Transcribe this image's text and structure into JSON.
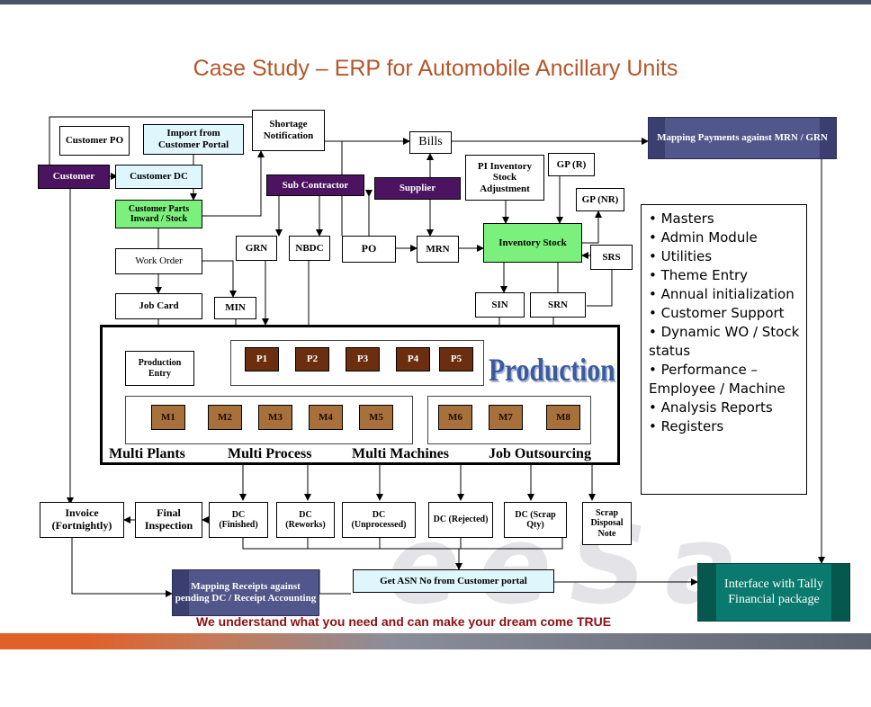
{
  "title": "Case Study – ERP for Automobile Ancillary Units",
  "watermark": "eeSa",
  "boxes": {
    "customer_po": "Customer PO",
    "import_portal": "Import from Customer Portal",
    "shortage": "Shortage Notification",
    "bills": "Bills",
    "mapping_payments": "Mapping Payments against MRN / GRN",
    "customer": "Customer",
    "customer_dc": "Customer DC",
    "pi_inventory": "PI Inventory Stock Adjustment",
    "gp_r": "GP (R)",
    "sub_contractor": "Sub Contractor",
    "supplier": "Supplier",
    "gp_nr": "GP (NR)",
    "customer_parts": "Customer Parts Inward / Stock",
    "grn": "GRN",
    "nbdc": "NBDC",
    "po": "PO",
    "mrn": "MRN",
    "inventory_stock": "Inventory Stock",
    "srs": "SRS",
    "work_order": "Work Order",
    "job_card": "Job Card",
    "min": "MIN",
    "sin": "SIN",
    "srn": "SRN",
    "production_entry": "Production Entry",
    "invoice": "Invoice (Fortnightly)",
    "final_inspection": "Final Inspection",
    "dc_finished": "DC (Finished)",
    "dc_reworks": "DC (Reworks)",
    "dc_unprocessed": "DC (Unprocessed)",
    "dc_rejected": "DC (Rejected)",
    "dc_scrap": "DC (Scrap Qty)",
    "scrap_disposal": "Scrap Disposal Note",
    "mapping_receipts": "Mapping Receipts against pending DC / Receipt Accounting",
    "asn": "Get ASN No from Customer portal",
    "tally": "Interface with Tally Financial package"
  },
  "processes": [
    "P1",
    "P2",
    "P3",
    "P4",
    "P5"
  ],
  "machines": [
    "M1",
    "M2",
    "M3",
    "M4",
    "M5",
    "M6",
    "M7",
    "M8"
  ],
  "production_label": "Production",
  "categories": {
    "plants": "Multi Plants",
    "process": "Multi Process",
    "machines": "Multi Machines",
    "outsourcing": "Job Outsourcing"
  },
  "features": [
    "• Masters",
    "• Admin Module",
    "• Utilities",
    "• Theme Entry",
    "• Annual initialization",
    "• Customer Support",
    "• Dynamic WO / Stock status",
    "• Performance – Employee / Machine",
    "• Analysis Reports",
    "• Registers"
  ],
  "tagline": "We understand what you need and can make your dream come TRUE",
  "colors": {
    "title": "#b5562a",
    "purple": "#4b1360",
    "green": "#7cf07c",
    "navy": "#51578a",
    "teal": "#0a7a6e",
    "tagline": "#8c1010"
  }
}
